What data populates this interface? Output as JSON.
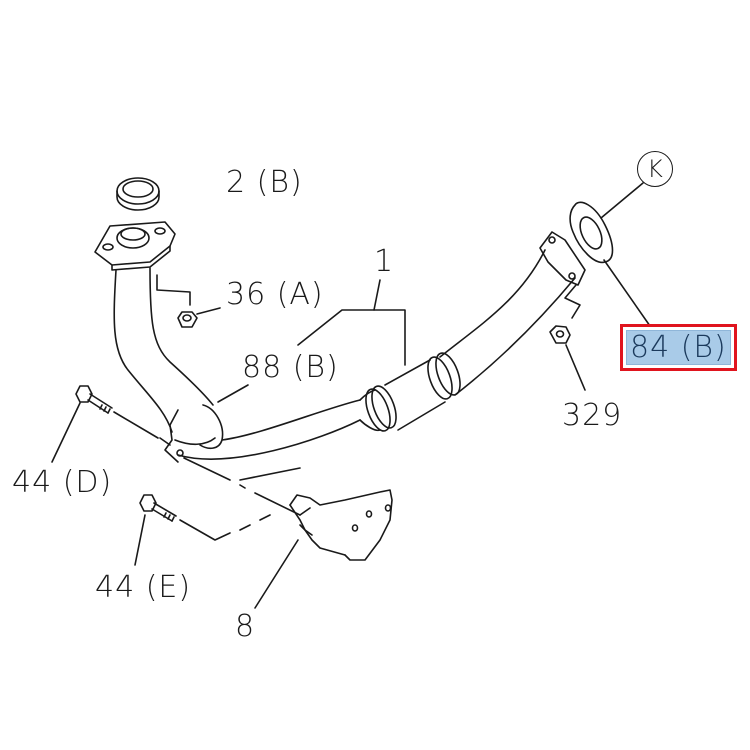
{
  "diagram": {
    "type": "exploded parts diagram",
    "subject": "exhaust front pipe assembly",
    "callouts": [
      {
        "id": "c1",
        "label": "1"
      },
      {
        "id": "c2",
        "label": "2 (B)"
      },
      {
        "id": "c36",
        "label": "36 (A)"
      },
      {
        "id": "c88",
        "label": "88 (B)"
      },
      {
        "id": "c44d",
        "label": "44 (D)"
      },
      {
        "id": "c44e",
        "label": "44 (E)"
      },
      {
        "id": "c8",
        "label": "8"
      },
      {
        "id": "c329",
        "label": "329"
      },
      {
        "id": "c84",
        "label": "84 (B)",
        "highlighted": true
      }
    ],
    "reference_marker": "K",
    "highlight": {
      "label": "84 (B)",
      "border_color": "#e0141e",
      "fill_color": "#a9cbe8"
    }
  }
}
